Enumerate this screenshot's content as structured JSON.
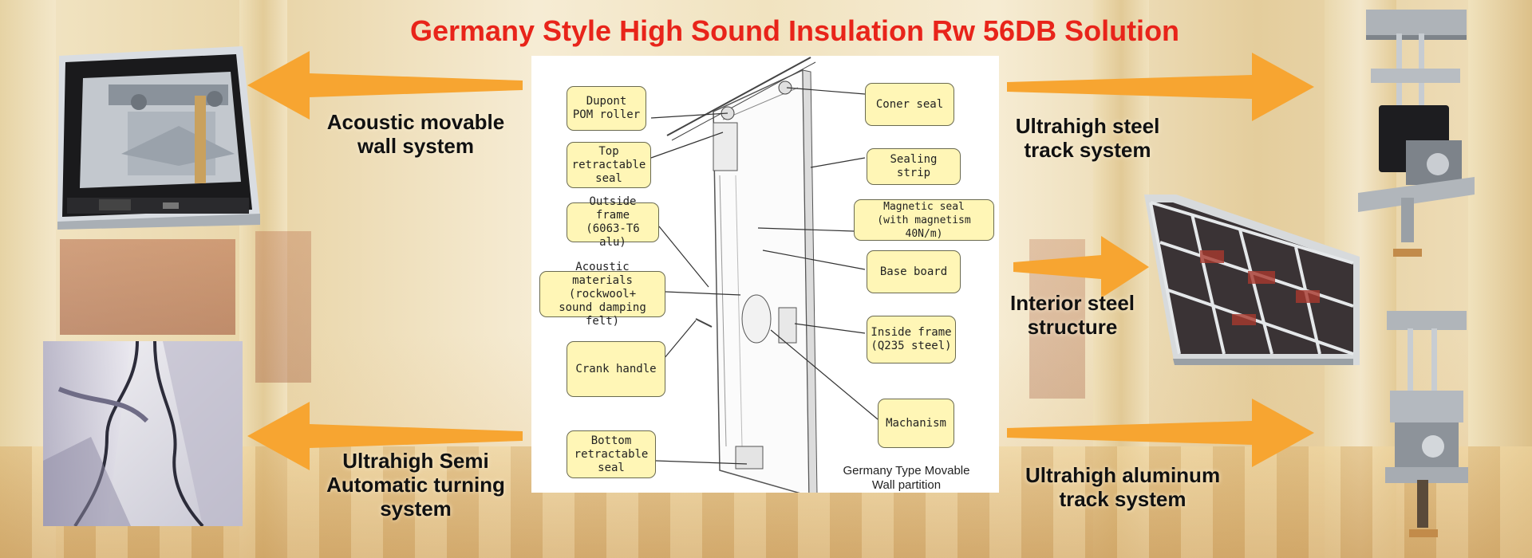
{
  "title": "Germany Style High Sound Insulation Rw 56DB Solution",
  "colors": {
    "title": "#e8241a",
    "arrow": "#f7a531",
    "callout_fill": "#fff6b6"
  },
  "labels": {
    "acoustic": "Acoustic movable\nwall system",
    "semi_auto": "Ultrahigh Semi\nAutomatic turning\nsystem",
    "steel_track": "Ultrahigh steel\ntrack system",
    "interior": "Interior steel\nstructure",
    "aluminum": "Ultrahigh aluminum\ntrack system"
  },
  "diagram": {
    "caption": "Germany Type Movable\nWall partition",
    "callouts": {
      "dupont": "Dupont\nPOM roller",
      "top_seal": "Top\nretractable\nseal",
      "outside_frame": "Outside frame\n(6063-T6 alu)",
      "acoustic_materials": "Acoustic materials\n(rockwool+\nsound damping felt)",
      "crank": "Crank handle",
      "bottom_seal": "Bottom\nretractable\nseal",
      "coner": "Coner seal",
      "sealing_strip": "Sealing\nstrip",
      "magnetic": "Magnetic seal\n(with magnetism 40N/m)",
      "base_board": "Base board",
      "inside_frame": "Inside frame\n(Q235 steel)",
      "machanism": "Machanism"
    }
  }
}
